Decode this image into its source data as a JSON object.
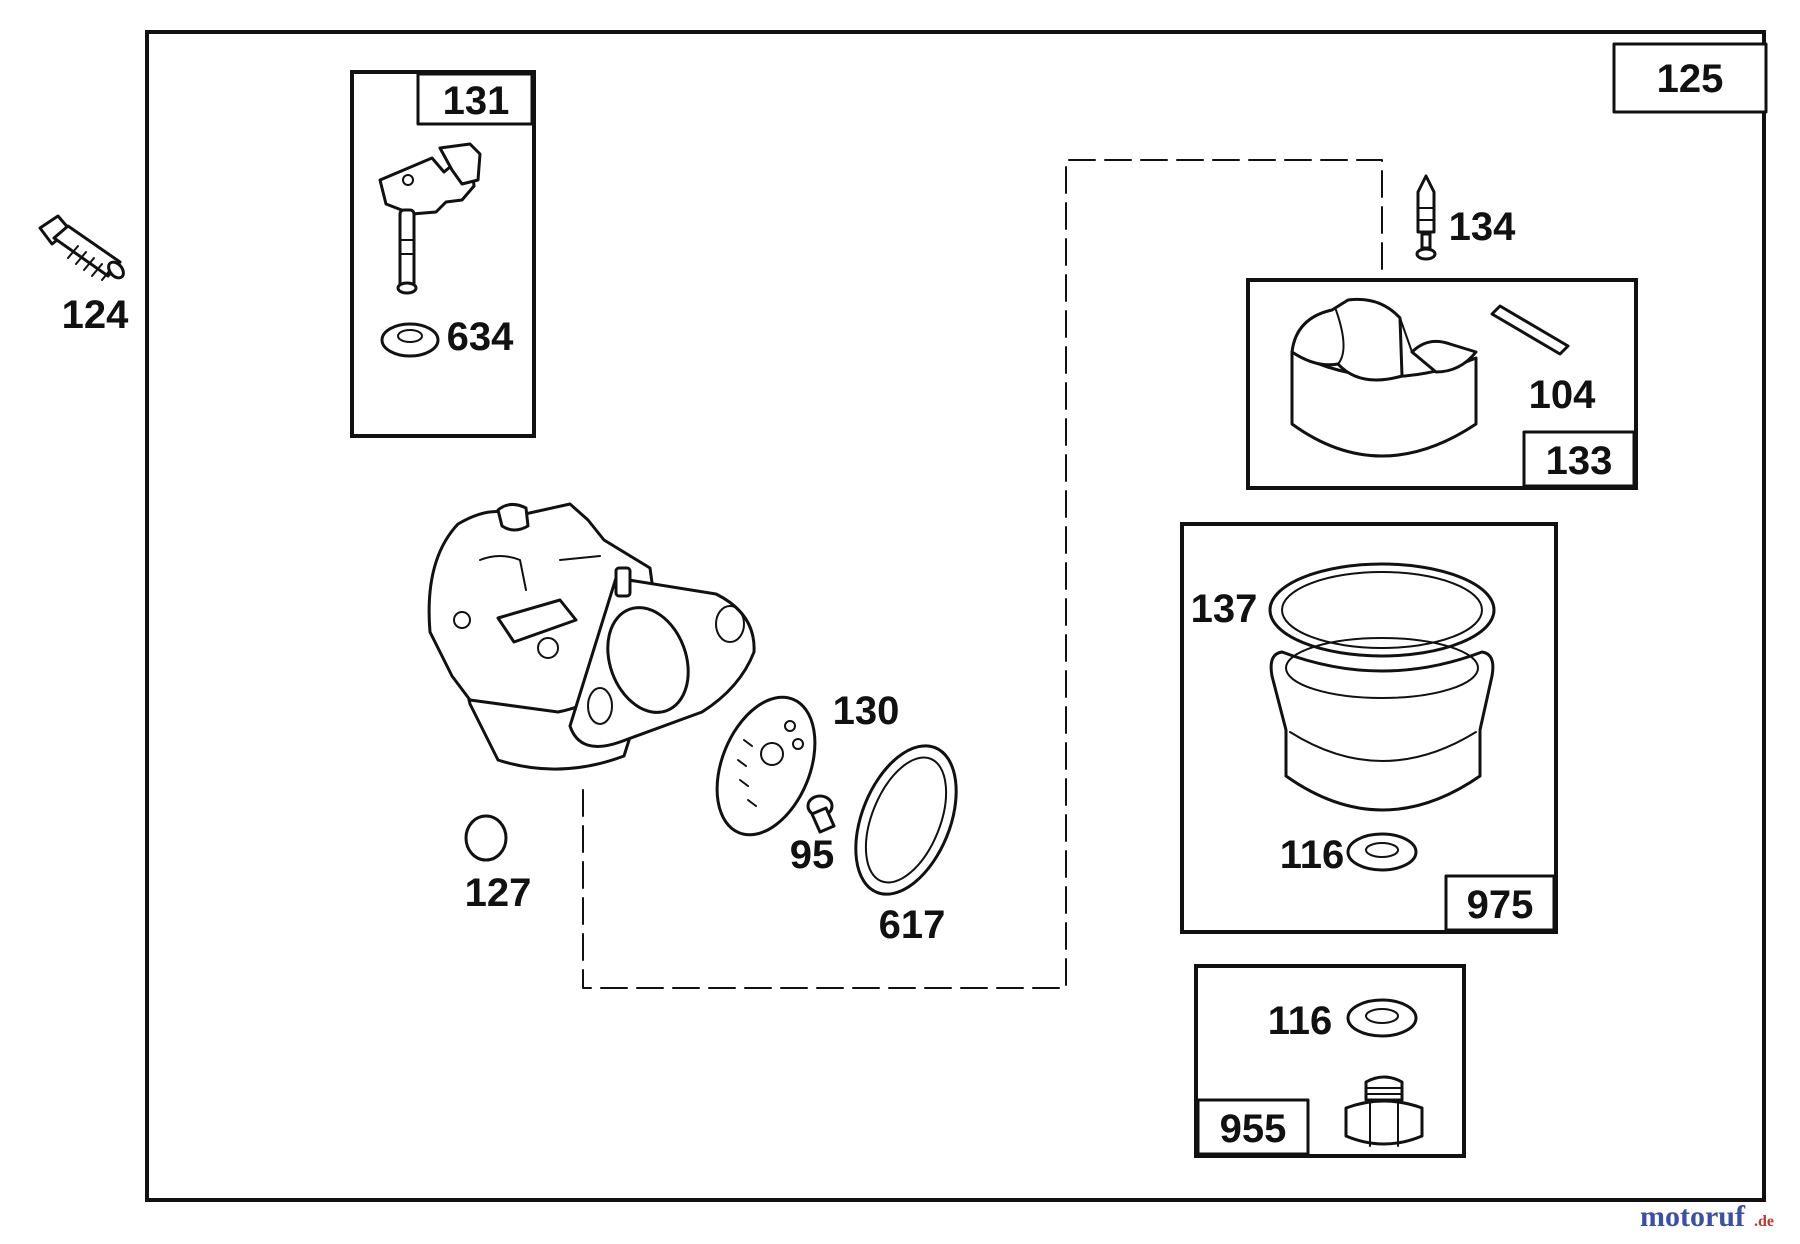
{
  "assembly": {
    "ref": "125"
  },
  "kits": [
    {
      "key": "k131",
      "ref": "131"
    },
    {
      "key": "k133",
      "ref": "133"
    },
    {
      "key": "k975",
      "ref": "975"
    },
    {
      "key": "k955",
      "ref": "955"
    }
  ],
  "parts": {
    "p124": "124",
    "p634": "634",
    "p134": "134",
    "p104": "104",
    "p137": "137",
    "p116a": "116",
    "p116b": "116",
    "p130": "130",
    "p95": "95",
    "p617": "617",
    "p127": "127"
  },
  "watermark": {
    "brand": "motoruf",
    "tld": ".de"
  },
  "colors": {
    "ink": "#111111",
    "paper": "#ffffff",
    "watermark_blue": "#3a4fa8",
    "watermark_red": "#c0392b"
  }
}
